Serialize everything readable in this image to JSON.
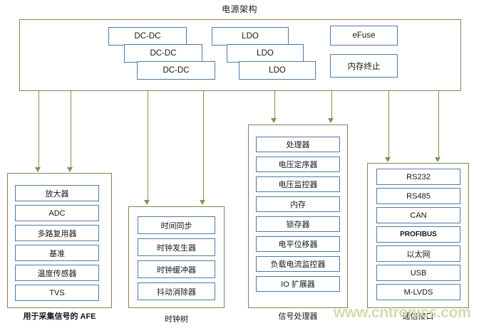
{
  "title": "电源架构",
  "watermark": "www.cntronics.com",
  "colors": {
    "group_border": "#8a8256",
    "item_border": "#4f7ba3",
    "arrow": "#8a8f52",
    "watermark": "#cddfae",
    "background": "#ffffff"
  },
  "power_block": {
    "name": "电源架构",
    "dcdc_stack": [
      {
        "label": "DC-DC"
      },
      {
        "label": "DC-DC"
      },
      {
        "label": "DC-DC"
      }
    ],
    "ldo_stack": [
      {
        "label": "LDO"
      },
      {
        "label": "LDO"
      },
      {
        "label": "LDO"
      }
    ],
    "misc": [
      {
        "label": "eFuse"
      },
      {
        "label": "内存终止"
      }
    ]
  },
  "groups": [
    {
      "id": "afe",
      "caption": "用于采集信号的 AFE",
      "items": [
        {
          "label": "放大器"
        },
        {
          "label": "ADC"
        },
        {
          "label": "多路复用器"
        },
        {
          "label": "基准"
        },
        {
          "label": "温度传感器"
        },
        {
          "label": "TVS"
        }
      ]
    },
    {
      "id": "clock-tree",
      "caption": "时钟树",
      "items": [
        {
          "label": "时间同步"
        },
        {
          "label": "时钟发生器"
        },
        {
          "label": "时钟缓冲器"
        },
        {
          "label": "抖动消除器"
        }
      ]
    },
    {
      "id": "signal-processor",
      "caption": "信号处理器",
      "items": [
        {
          "label": "处理器"
        },
        {
          "label": "电压定序器"
        },
        {
          "label": "电压监控器"
        },
        {
          "label": "内存"
        },
        {
          "label": "锁存器"
        },
        {
          "label": "电平位移器"
        },
        {
          "label": "负载电流监控器"
        },
        {
          "label": "IO 扩展器"
        }
      ]
    },
    {
      "id": "comm-interface",
      "caption": "通信接口",
      "items": [
        {
          "label": "RS232"
        },
        {
          "label": "RS485"
        },
        {
          "label": "CAN"
        },
        {
          "label": "PROFIBUS"
        },
        {
          "label": "以太网"
        },
        {
          "label": "USB"
        },
        {
          "label": "M-LVDS"
        }
      ]
    }
  ],
  "arrows": [
    {
      "target": "afe"
    },
    {
      "target": "afe"
    },
    {
      "target": "clock-tree"
    },
    {
      "target": "clock-tree"
    },
    {
      "target": "signal-processor"
    },
    {
      "target": "signal-processor"
    },
    {
      "target": "comm-interface"
    },
    {
      "target": "comm-interface"
    }
  ]
}
